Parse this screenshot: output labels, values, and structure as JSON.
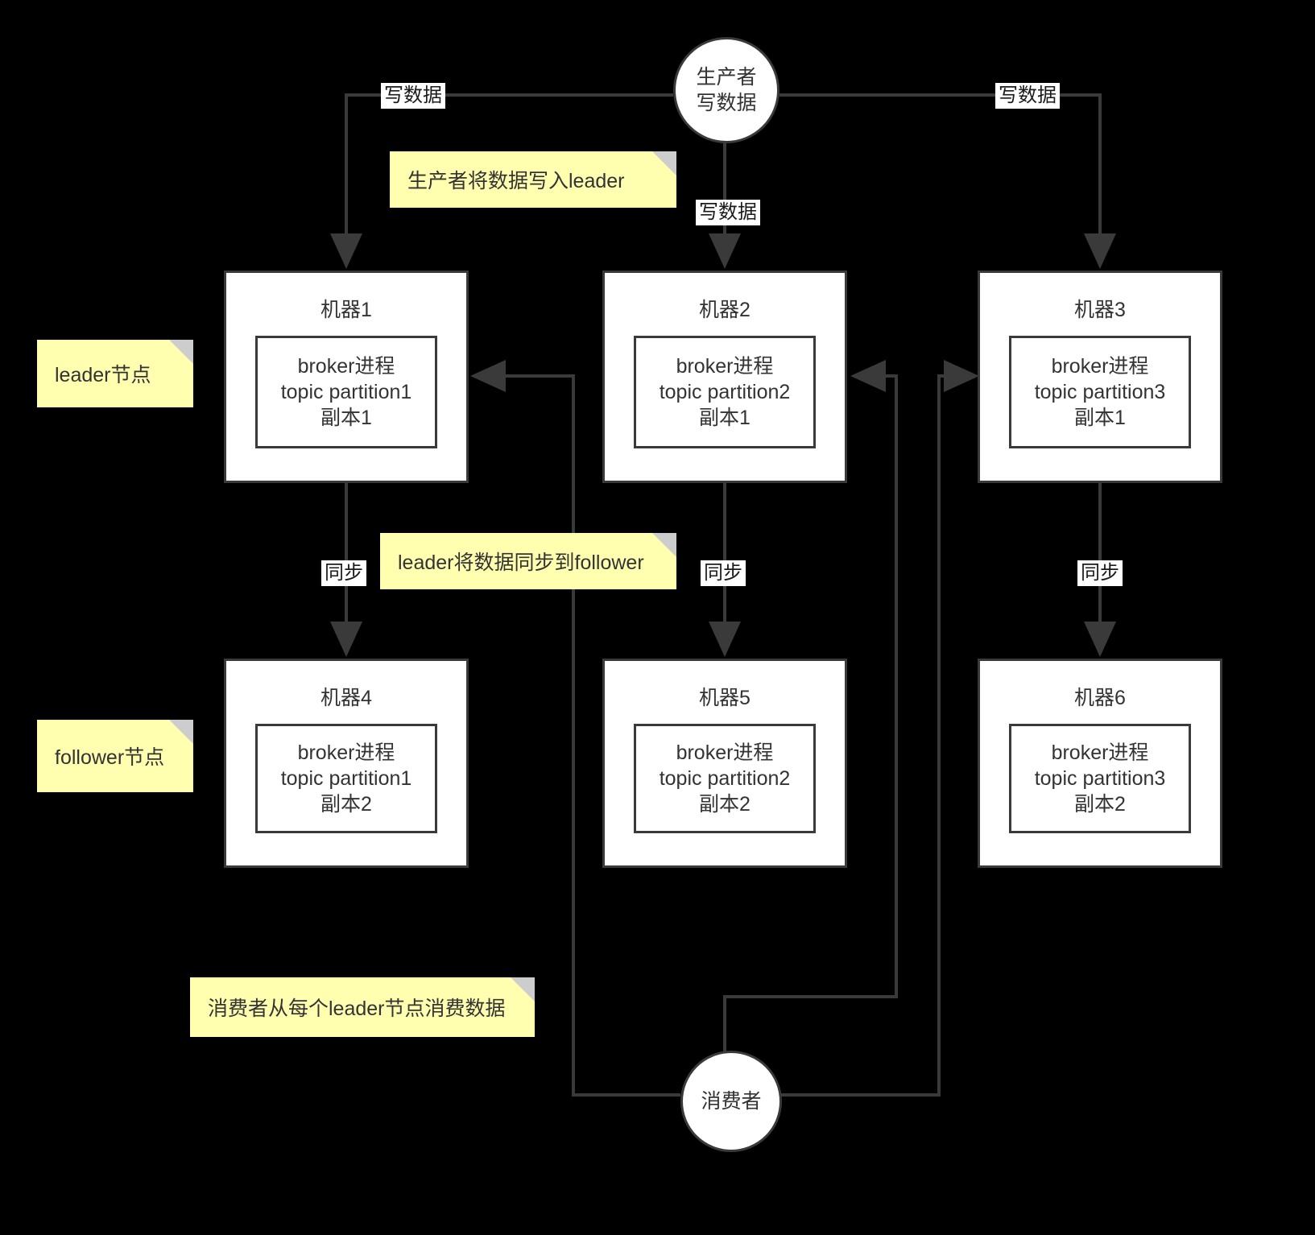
{
  "diagram": {
    "title": "Kafka leader/follower replication topology",
    "background": "#000000",
    "node_fill": "#ffffff",
    "node_stroke": "#3a3a3a",
    "note_fill": "#ffffaf",
    "note_fold": "#cdcdcd",
    "text_color": "#333333"
  },
  "actors": {
    "producer": {
      "line1": "生产者",
      "line2": "写数据"
    },
    "consumer": {
      "line1": "消费者"
    }
  },
  "machines": [
    {
      "id": "m1",
      "title": "机器1",
      "proc": "broker进程",
      "partition": "topic partition1",
      "replica": "副本1"
    },
    {
      "id": "m2",
      "title": "机器2",
      "proc": "broker进程",
      "partition": "topic partition2",
      "replica": "副本1"
    },
    {
      "id": "m3",
      "title": "机器3",
      "proc": "broker进程",
      "partition": "topic partition3",
      "replica": "副本1"
    },
    {
      "id": "m4",
      "title": "机器4",
      "proc": "broker进程",
      "partition": "topic partition1",
      "replica": "副本2"
    },
    {
      "id": "m5",
      "title": "机器5",
      "proc": "broker进程",
      "partition": "topic partition2",
      "replica": "副本2"
    },
    {
      "id": "m6",
      "title": "机器6",
      "proc": "broker进程",
      "partition": "topic partition3",
      "replica": "副本2"
    }
  ],
  "notes": [
    {
      "id": "note-leader",
      "text": "leader节点"
    },
    {
      "id": "note-follower",
      "text": "follower节点"
    },
    {
      "id": "note-producer-write",
      "text": "生产者将数据写入leader"
    },
    {
      "id": "note-sync",
      "text": "leader将数据同步到follower"
    },
    {
      "id": "note-consume",
      "text": "消费者从每个leader节点消费数据"
    }
  ],
  "edge_labels": {
    "write_left": "写数据",
    "write_mid": "写数据",
    "write_right": "写数据",
    "sync_left": "同步",
    "sync_mid": "同步",
    "sync_right": "同步"
  }
}
